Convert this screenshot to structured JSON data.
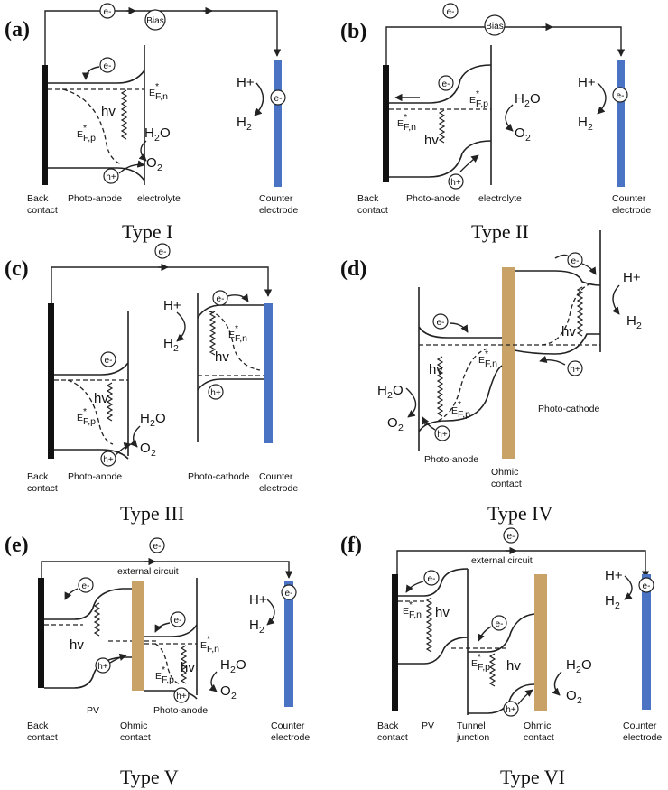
{
  "panels": {
    "a": {
      "letter": "(a)",
      "caption": "Type  I",
      "bias": "Bias",
      "labels": [
        "Back\ncontact",
        "Photo-anode",
        "electrolyte",
        "Counter\nelectrode"
      ]
    },
    "b": {
      "letter": "(b)",
      "caption": "Type  II",
      "bias": "Bias",
      "labels": [
        "Back\ncontact",
        "Photo-anode",
        "electrolyte",
        "Counter\nelectrode"
      ]
    },
    "c": {
      "letter": "(c)",
      "caption": "Type  III",
      "labels": [
        "Back\ncontact",
        "Photo-anode",
        "Photo-cathode",
        "Counter\nelectrode"
      ]
    },
    "d": {
      "letter": "(d)",
      "caption": "Type  IV",
      "labels": [
        "Photo-anode",
        "Ohmic\ncontact",
        "Photo-cathode"
      ]
    },
    "e": {
      "letter": "(e)",
      "caption": "Type  V",
      "circuit": "external circuit",
      "labels": [
        "Back\ncontact",
        "PV",
        "Ohmic\ncontact",
        "Photo-anode",
        "Counter\nelectrode"
      ]
    },
    "f": {
      "letter": "(f)",
      "caption": "Type  VI",
      "circuit": "external circuit",
      "labels": [
        "Back\ncontact",
        "PV",
        "Tunnel\njunction",
        "Ohmic\ncontact",
        "Counter\nelectrode"
      ]
    }
  },
  "symbols": {
    "electron": "e-",
    "hole": "h+",
    "proton": "H+",
    "hydrogen": "H",
    "water": "H",
    "water_tail": "O",
    "oxygen": "O",
    "photon": "hv",
    "fermi_e": "E",
    "fermi_sub_n": "F,n",
    "fermi_sub_p": "F,p",
    "sub2": "2"
  },
  "colors": {
    "counter_electrode": "#4a73c4",
    "ohmic_contact": "#c8a266",
    "back_contact": "#111111"
  }
}
